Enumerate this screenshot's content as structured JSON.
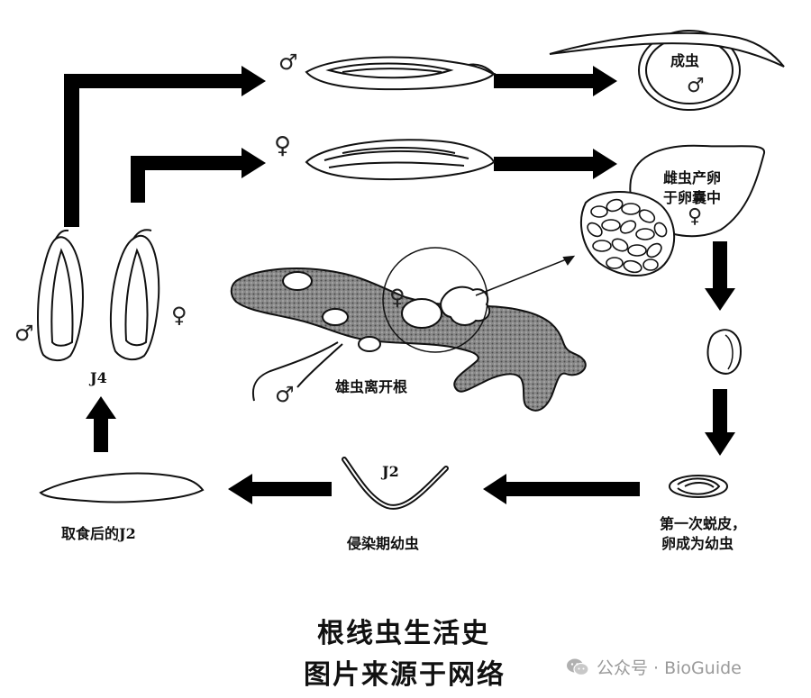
{
  "labels": {
    "adult_male": "成虫",
    "female_eggs_line1": "雌虫产卵",
    "female_eggs_line2": "于卵囊中",
    "male_leaves_root": "雄虫离开根",
    "first_molt_line1": "第一次蜕皮，",
    "first_molt_line2": "卵成为幼虫",
    "infective_juvenile": "侵染期幼虫",
    "fed_j2": "取食后的J2",
    "j2": "J2",
    "j4": "J4"
  },
  "symbols": {
    "male": "♂",
    "female": "♀"
  },
  "caption": {
    "line1": "根线虫生活史",
    "line2": "图片来源于网络"
  },
  "watermark": {
    "icon": "wechat-icon",
    "text": "公众号 · BioGuide"
  }
}
